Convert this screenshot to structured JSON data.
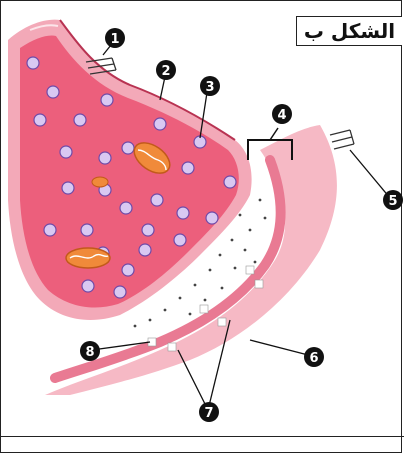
{
  "figure": {
    "title": "الشكل ب",
    "labels": [
      "1",
      "2",
      "3",
      "4",
      "5",
      "6",
      "7",
      "8"
    ]
  },
  "colors": {
    "membrane_outer": "#f3a9b8",
    "cytoplasm": "#ec5f7c",
    "cytoplasm_dark": "#e0405f",
    "postsynaptic": "#f6b9c5",
    "postsynaptic_inner": "#e97a93",
    "mitochondria": "#f08a3a",
    "vesicle": "#d9c8f2",
    "label_bg": "#111111"
  },
  "icons": [
    "arrow-impulse-in-icon",
    "arrow-impulse-out-icon"
  ]
}
